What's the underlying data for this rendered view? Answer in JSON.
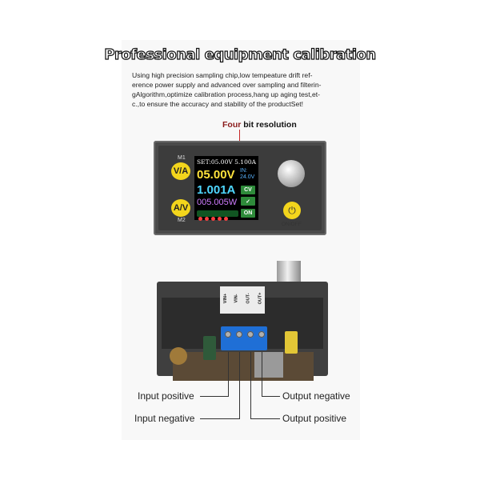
{
  "title": "Professional equipment calibration",
  "description": [
    "Using high precision sampling chip,low tempeature drift ref-",
    "erence power supply and advanced over sampling and filterin-",
    "gAlgorithm,optimize calibration process,hang up aging test,et-",
    "c.,to ensure the accuracy and stability of the productSet!"
  ],
  "callout": {
    "red_part": "Four",
    "rest": " bit resolution"
  },
  "device": {
    "m1_label": "M1",
    "m2_label": "M2",
    "va_button": "V/A",
    "av_button": "A/V",
    "onoff_label": "ON/OFF",
    "screen": {
      "set_line": "SET:05.00V  5.100A",
      "voltage": "05.00V",
      "current": "1.001A",
      "power": "005.005W",
      "in_label": "IN:",
      "in_value": "24.0V",
      "cv_badge": "CV",
      "check_badge": "✓",
      "on_badge": "ON"
    }
  },
  "module": {
    "terminals": [
      "VIN+",
      "VIN-",
      "OUT-",
      "OUT+"
    ]
  },
  "legend": {
    "input_positive": "Input positive",
    "input_negative": "Input negative",
    "output_negative": "Output negative",
    "output_positive": "Output positive"
  },
  "colors": {
    "accent_red": "#8a1a1a",
    "button_yellow": "#f3d51c",
    "terminal_blue": "#1f6fd6"
  }
}
